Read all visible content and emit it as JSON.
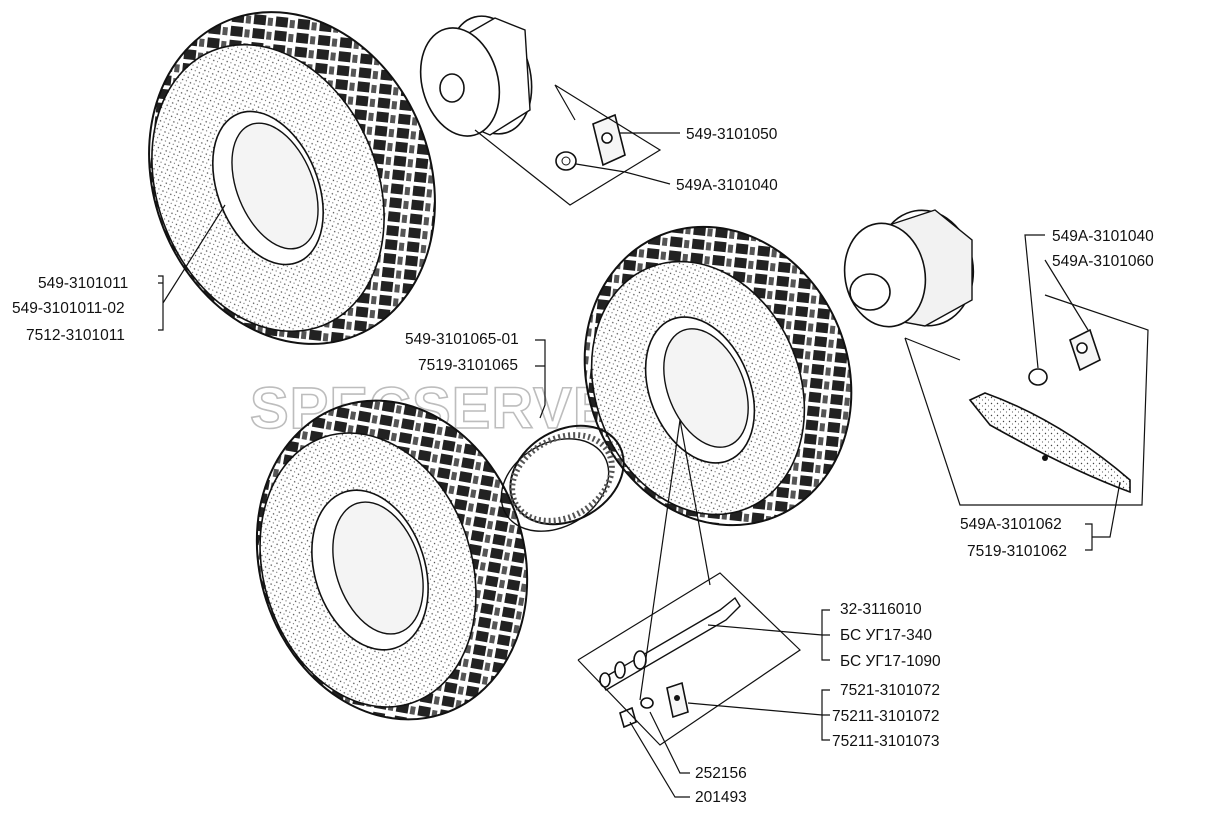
{
  "watermark": "SPECSERVER.COM",
  "labels": {
    "l1": "549-3101050",
    "l2": "549A-3101040",
    "l3": "549A-3101040",
    "l4": "549A-3101060",
    "l5": "549-3101011",
    "l6": "549-3101011-02",
    "l7": "7512-3101011",
    "l8": "549-3101065-01",
    "l9": "7519-3101065",
    "l10": "549A-3101062",
    "l11": "7519-3101062",
    "l12": "32-3116010",
    "l13": "БС УГ17-340",
    "l14": "БС УГ17-1090",
    "l15": "7521-3101072",
    "l16": "75211-3101072",
    "l17": "75211-3101073",
    "l18": "252156",
    "l19": "201493"
  }
}
